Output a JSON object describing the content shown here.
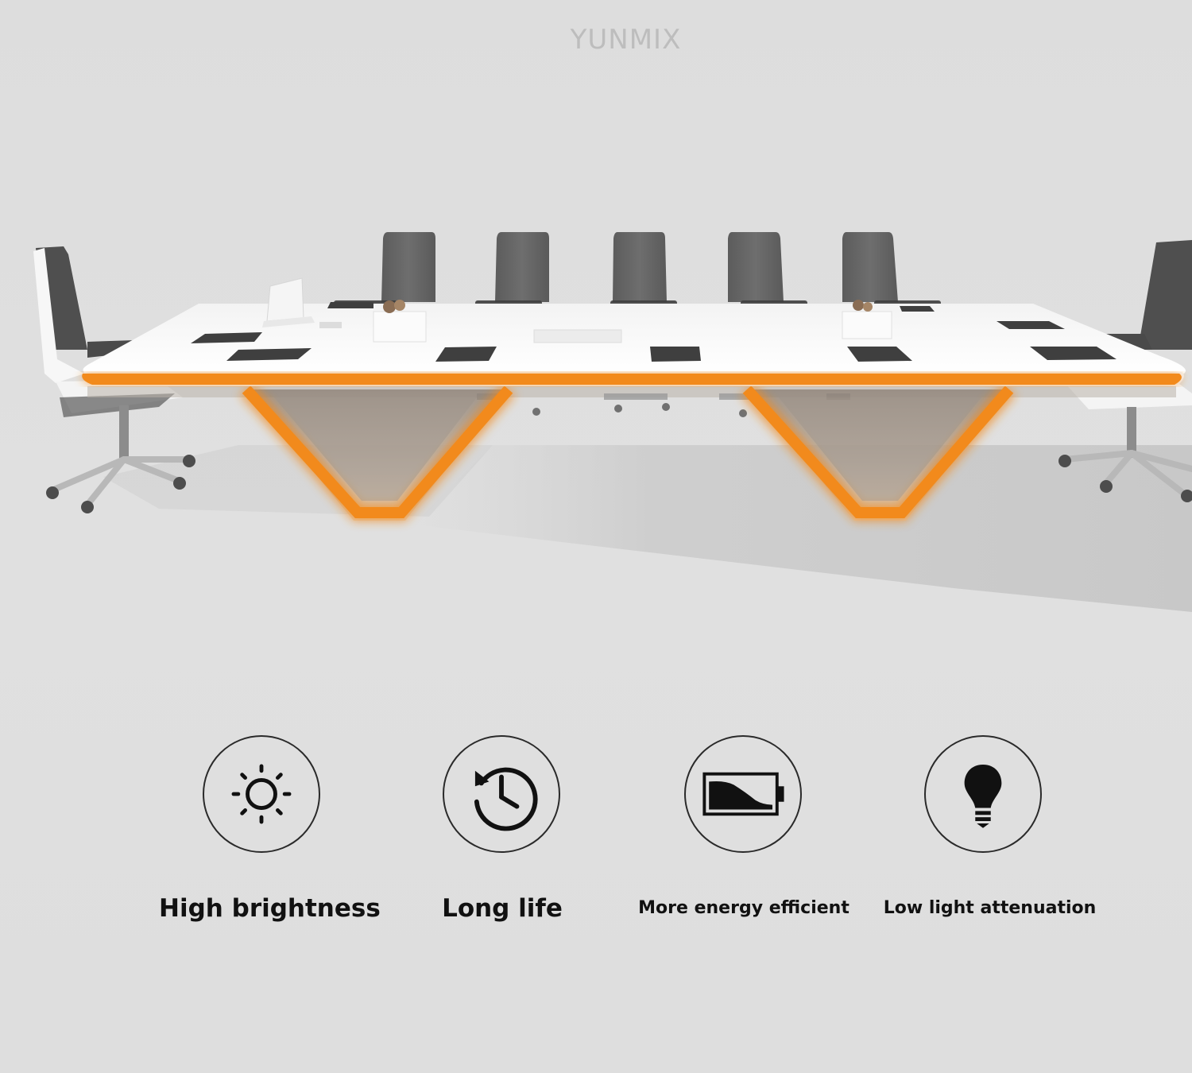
{
  "brand": "YUNMIX",
  "features": [
    {
      "label": "High brightness",
      "icon": "sun-icon"
    },
    {
      "label": "Long life",
      "icon": "clock-history-icon"
    },
    {
      "label": "More energy efficient",
      "icon": "battery-icon"
    },
    {
      "label": "Low light attenuation",
      "icon": "light-bulb-icon"
    }
  ],
  "colors": {
    "background": "#dcdcdc",
    "accent_orange": "#f28a1c",
    "text_dark": "#111111",
    "brand_text": "#bdbdbd"
  }
}
